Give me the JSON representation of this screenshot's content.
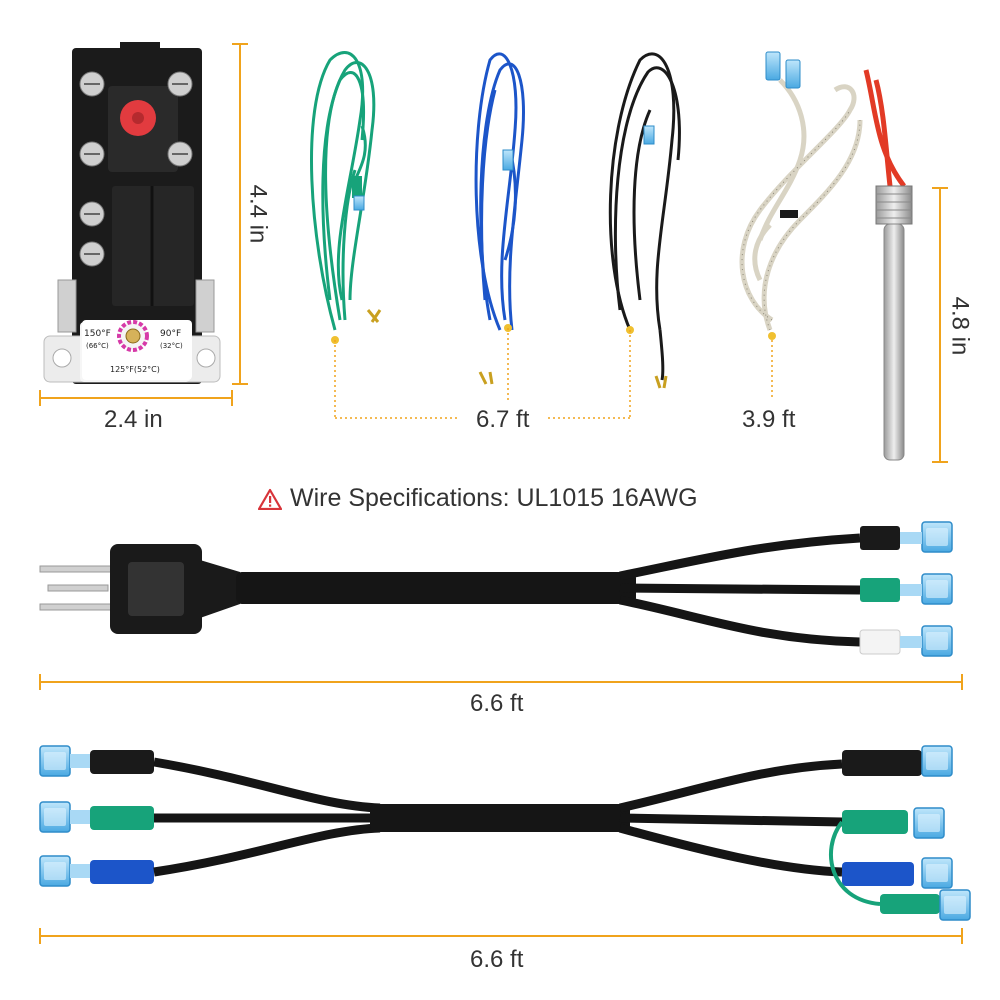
{
  "thermostat": {
    "dial_labels": {
      "left_f": "150°F",
      "left_c": "(66°C)",
      "right_f": "90°F",
      "right_c": "(32°C)",
      "bottom": "125°F(52°C)"
    }
  },
  "dimensions": {
    "thermostat_height": "4.4 in",
    "thermostat_width": "2.4 in",
    "wires_length": "6.7 ft",
    "sensor_wire_length": "3.9 ft",
    "probe_length": "4.8 in",
    "plug_cable_length": "6.6 ft",
    "jumper_cable_length": "6.6 ft"
  },
  "wire_spec": {
    "text": "Wire Specifications: UL1015 16AWG",
    "icon": "warning-triangle-icon"
  },
  "colors": {
    "dimension_line": "#f0a31c",
    "warning": "#d8343a",
    "green_wire": "#17a37a",
    "blue_wire": "#1c55c9",
    "black_wire": "#1a1a1a",
    "terminal_blue": "#4fb0e8",
    "sensor_wire": "#d9d4c4",
    "red_lead": "#e23a25"
  }
}
